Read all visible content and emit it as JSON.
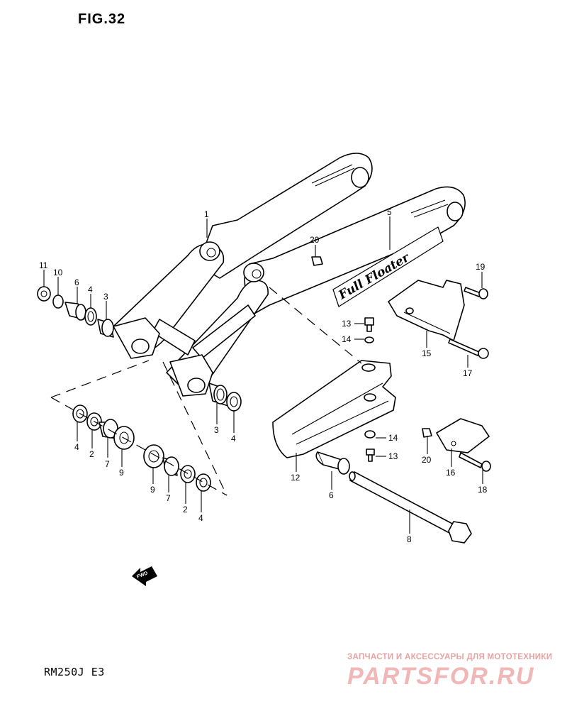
{
  "figure": {
    "title": "FIG.32",
    "model": "RM250J  E3",
    "fwd_label": "FWD",
    "swingarm_decal": "Full Floater"
  },
  "watermark": {
    "tagline": "ЗАПЧАСТИ И АКСЕССУАРЫ ДЛЯ МОТОТЕХНИКИ",
    "brand": "PARTSFOR.RU"
  },
  "parts": [
    {
      "num": "1"
    },
    {
      "num": "2"
    },
    {
      "num": "3"
    },
    {
      "num": "4"
    },
    {
      "num": "5"
    },
    {
      "num": "6"
    },
    {
      "num": "7"
    },
    {
      "num": "8"
    },
    {
      "num": "9"
    },
    {
      "num": "10"
    },
    {
      "num": "11"
    },
    {
      "num": "12"
    },
    {
      "num": "13"
    },
    {
      "num": "14"
    },
    {
      "num": "15"
    },
    {
      "num": "16"
    },
    {
      "num": "17"
    },
    {
      "num": "18"
    },
    {
      "num": "19"
    },
    {
      "num": "20"
    }
  ]
}
